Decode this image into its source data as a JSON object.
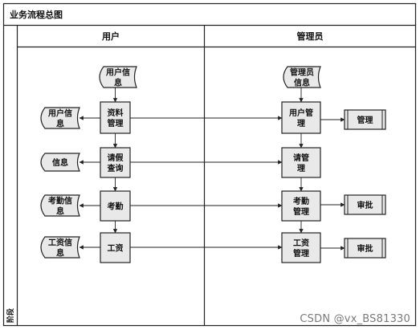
{
  "title": "业务流程总图",
  "phase_label": "阶段",
  "lanes": [
    {
      "key": "user",
      "label": "用户"
    },
    {
      "key": "admin",
      "label": "管理员"
    }
  ],
  "nodes": [
    {
      "id": "user_info_src",
      "kind": "document",
      "lines": [
        "用户信",
        "息"
      ]
    },
    {
      "id": "admin_info_src",
      "kind": "document",
      "lines": [
        "管理员",
        "信息"
      ]
    },
    {
      "id": "user_info_out",
      "kind": "document",
      "lines": [
        "用户信",
        "息"
      ]
    },
    {
      "id": "info_out",
      "kind": "document",
      "lines": [
        "信息"
      ]
    },
    {
      "id": "attendance_info",
      "kind": "document",
      "lines": [
        "考勤信",
        "息"
      ]
    },
    {
      "id": "salary_info",
      "kind": "document",
      "lines": [
        "工资信",
        "息"
      ]
    },
    {
      "id": "profile_mgmt",
      "kind": "process",
      "lines": [
        "资料",
        "管理"
      ]
    },
    {
      "id": "leave_query",
      "kind": "process",
      "lines": [
        "请假",
        "查询"
      ]
    },
    {
      "id": "attendance",
      "kind": "process",
      "lines": [
        "考勤"
      ]
    },
    {
      "id": "salary",
      "kind": "process",
      "lines": [
        "工资"
      ]
    },
    {
      "id": "user_mgmt",
      "kind": "process",
      "lines": [
        "用户管",
        "理"
      ]
    },
    {
      "id": "leave_mgmt",
      "kind": "process",
      "lines": [
        "请管",
        "理"
      ]
    },
    {
      "id": "attendance_mgmt",
      "kind": "process",
      "lines": [
        "考勤",
        "管理"
      ]
    },
    {
      "id": "salary_mgmt",
      "kind": "process",
      "lines": [
        "工资",
        "管理"
      ]
    },
    {
      "id": "manage_sub",
      "kind": "subprocess",
      "lines": [
        "管理"
      ]
    },
    {
      "id": "approve_1",
      "kind": "subprocess",
      "lines": [
        "审批"
      ]
    },
    {
      "id": "approve_2",
      "kind": "subprocess",
      "lines": [
        "审批"
      ]
    }
  ],
  "edges": [
    {
      "from": "user_info_src",
      "to": "profile_mgmt"
    },
    {
      "from": "profile_mgmt",
      "to": "leave_query"
    },
    {
      "from": "leave_query",
      "to": "attendance"
    },
    {
      "from": "attendance",
      "to": "salary"
    },
    {
      "from": "profile_mgmt",
      "to": "user_info_out"
    },
    {
      "from": "leave_query",
      "to": "info_out"
    },
    {
      "from": "attendance",
      "to": "attendance_info"
    },
    {
      "from": "salary",
      "to": "salary_info"
    },
    {
      "from": "profile_mgmt",
      "to": "user_mgmt"
    },
    {
      "from": "leave_query",
      "to": "leave_mgmt"
    },
    {
      "from": "attendance",
      "to": "attendance_mgmt"
    },
    {
      "from": "salary",
      "to": "salary_mgmt"
    },
    {
      "from": "admin_info_src",
      "to": "user_mgmt"
    },
    {
      "from": "user_mgmt",
      "to": "leave_mgmt"
    },
    {
      "from": "leave_mgmt",
      "to": "attendance_mgmt"
    },
    {
      "from": "attendance_mgmt",
      "to": "salary_mgmt"
    },
    {
      "from": "user_mgmt",
      "to": "manage_sub"
    },
    {
      "from": "attendance_mgmt",
      "to": "approve_1"
    },
    {
      "from": "salary_mgmt",
      "to": "approve_2"
    }
  ],
  "watermark": "CSDN @vx_BS81330",
  "colors": {
    "shape_fill": "#e9e9e9",
    "stroke": "#222222",
    "watermark": "#7a7a7a"
  }
}
